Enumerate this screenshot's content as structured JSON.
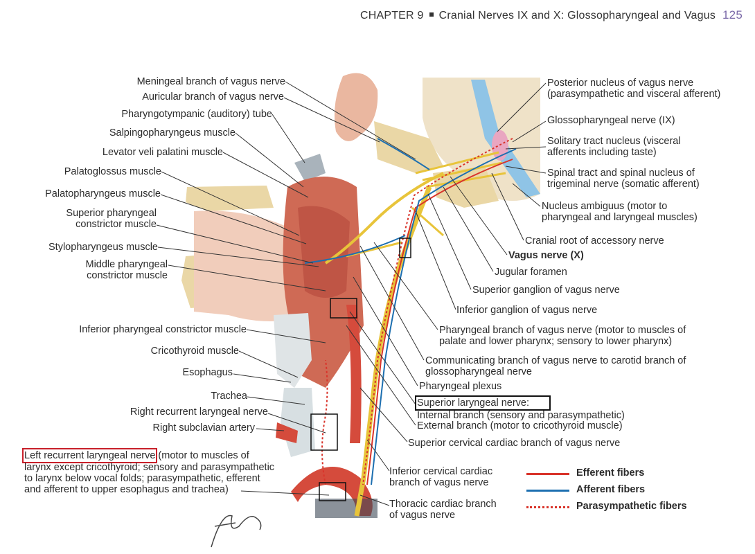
{
  "header": {
    "chapter": "CHAPTER 9",
    "title": "Cranial Nerves IX and X: Glossopharyngeal and Vagus",
    "page": "125"
  },
  "left_labels": [
    "Meningeal branch of vagus nerve",
    "Auricular branch of vagus nerve",
    "Pharyngotympanic (auditory) tube",
    "Salpingopharyngeus muscle",
    "Levator veli palatini muscle",
    "Palatoglossus muscle",
    "Palatopharyngeus muscle",
    "Superior pharyngeal",
    "constrictor muscle",
    "Stylopharyngeus muscle",
    "Middle pharyngeal",
    "constrictor muscle",
    "Inferior pharyngeal constrictor muscle",
    "Cricothyroid muscle",
    "Esophagus",
    "Trachea",
    "Right recurrent laryngeal nerve",
    "Right subclavian artery"
  ],
  "left_recurrent": {
    "name": "Left recurrent laryngeal nerve",
    "desc1": " (motor to muscles of",
    "desc2": "larynx except cricothyroid; sensory and parasympathetic",
    "desc3": "to larynx below vocal folds; parasympathetic, efferent",
    "desc4": "and afferent to upper esophagus and trachea)"
  },
  "right_labels": [
    "Posterior nucleus of vagus nerve",
    "(parasympathetic and visceral afferent)",
    "Glossopharyngeal nerve (IX)",
    "Solitary tract nucleus (visceral",
    "afferents including taste)",
    "Spinal tract and spinal nucleus of",
    "trigeminal nerve (somatic afferent)",
    "Nucleus ambiguus (motor to",
    "pharyngeal and laryngeal muscles)",
    "Cranial root of accessory nerve",
    "Vagus nerve (X)",
    "Jugular foramen",
    "Superior ganglion of vagus nerve",
    "Inferior ganglion of vagus nerve",
    "Pharyngeal branch of vagus nerve (motor to muscles of",
    "palate and lower pharynx; sensory to lower pharynx)",
    "Communicating branch of vagus nerve to carotid branch of",
    "glossopharyngeal nerve",
    "Pharyngeal plexus",
    "Superior laryngeal nerve:",
    "Internal branch (sensory and parasympathetic)",
    "External branch (motor to cricothyroid muscle)",
    "Superior cervical cardiac branch of vagus nerve",
    "Inferior cervical cardiac",
    "branch of vagus nerve",
    "Thoracic cardiac branch",
    "of vagus nerve"
  ],
  "legend": {
    "efferent": "Efferent fibers",
    "afferent": "Afferent fibers",
    "parasympathetic": "Parasympathetic fibers",
    "efferent_color": "#d9342b",
    "afferent_color": "#1d6fb0",
    "parasympathetic_color": "#d9342b"
  }
}
